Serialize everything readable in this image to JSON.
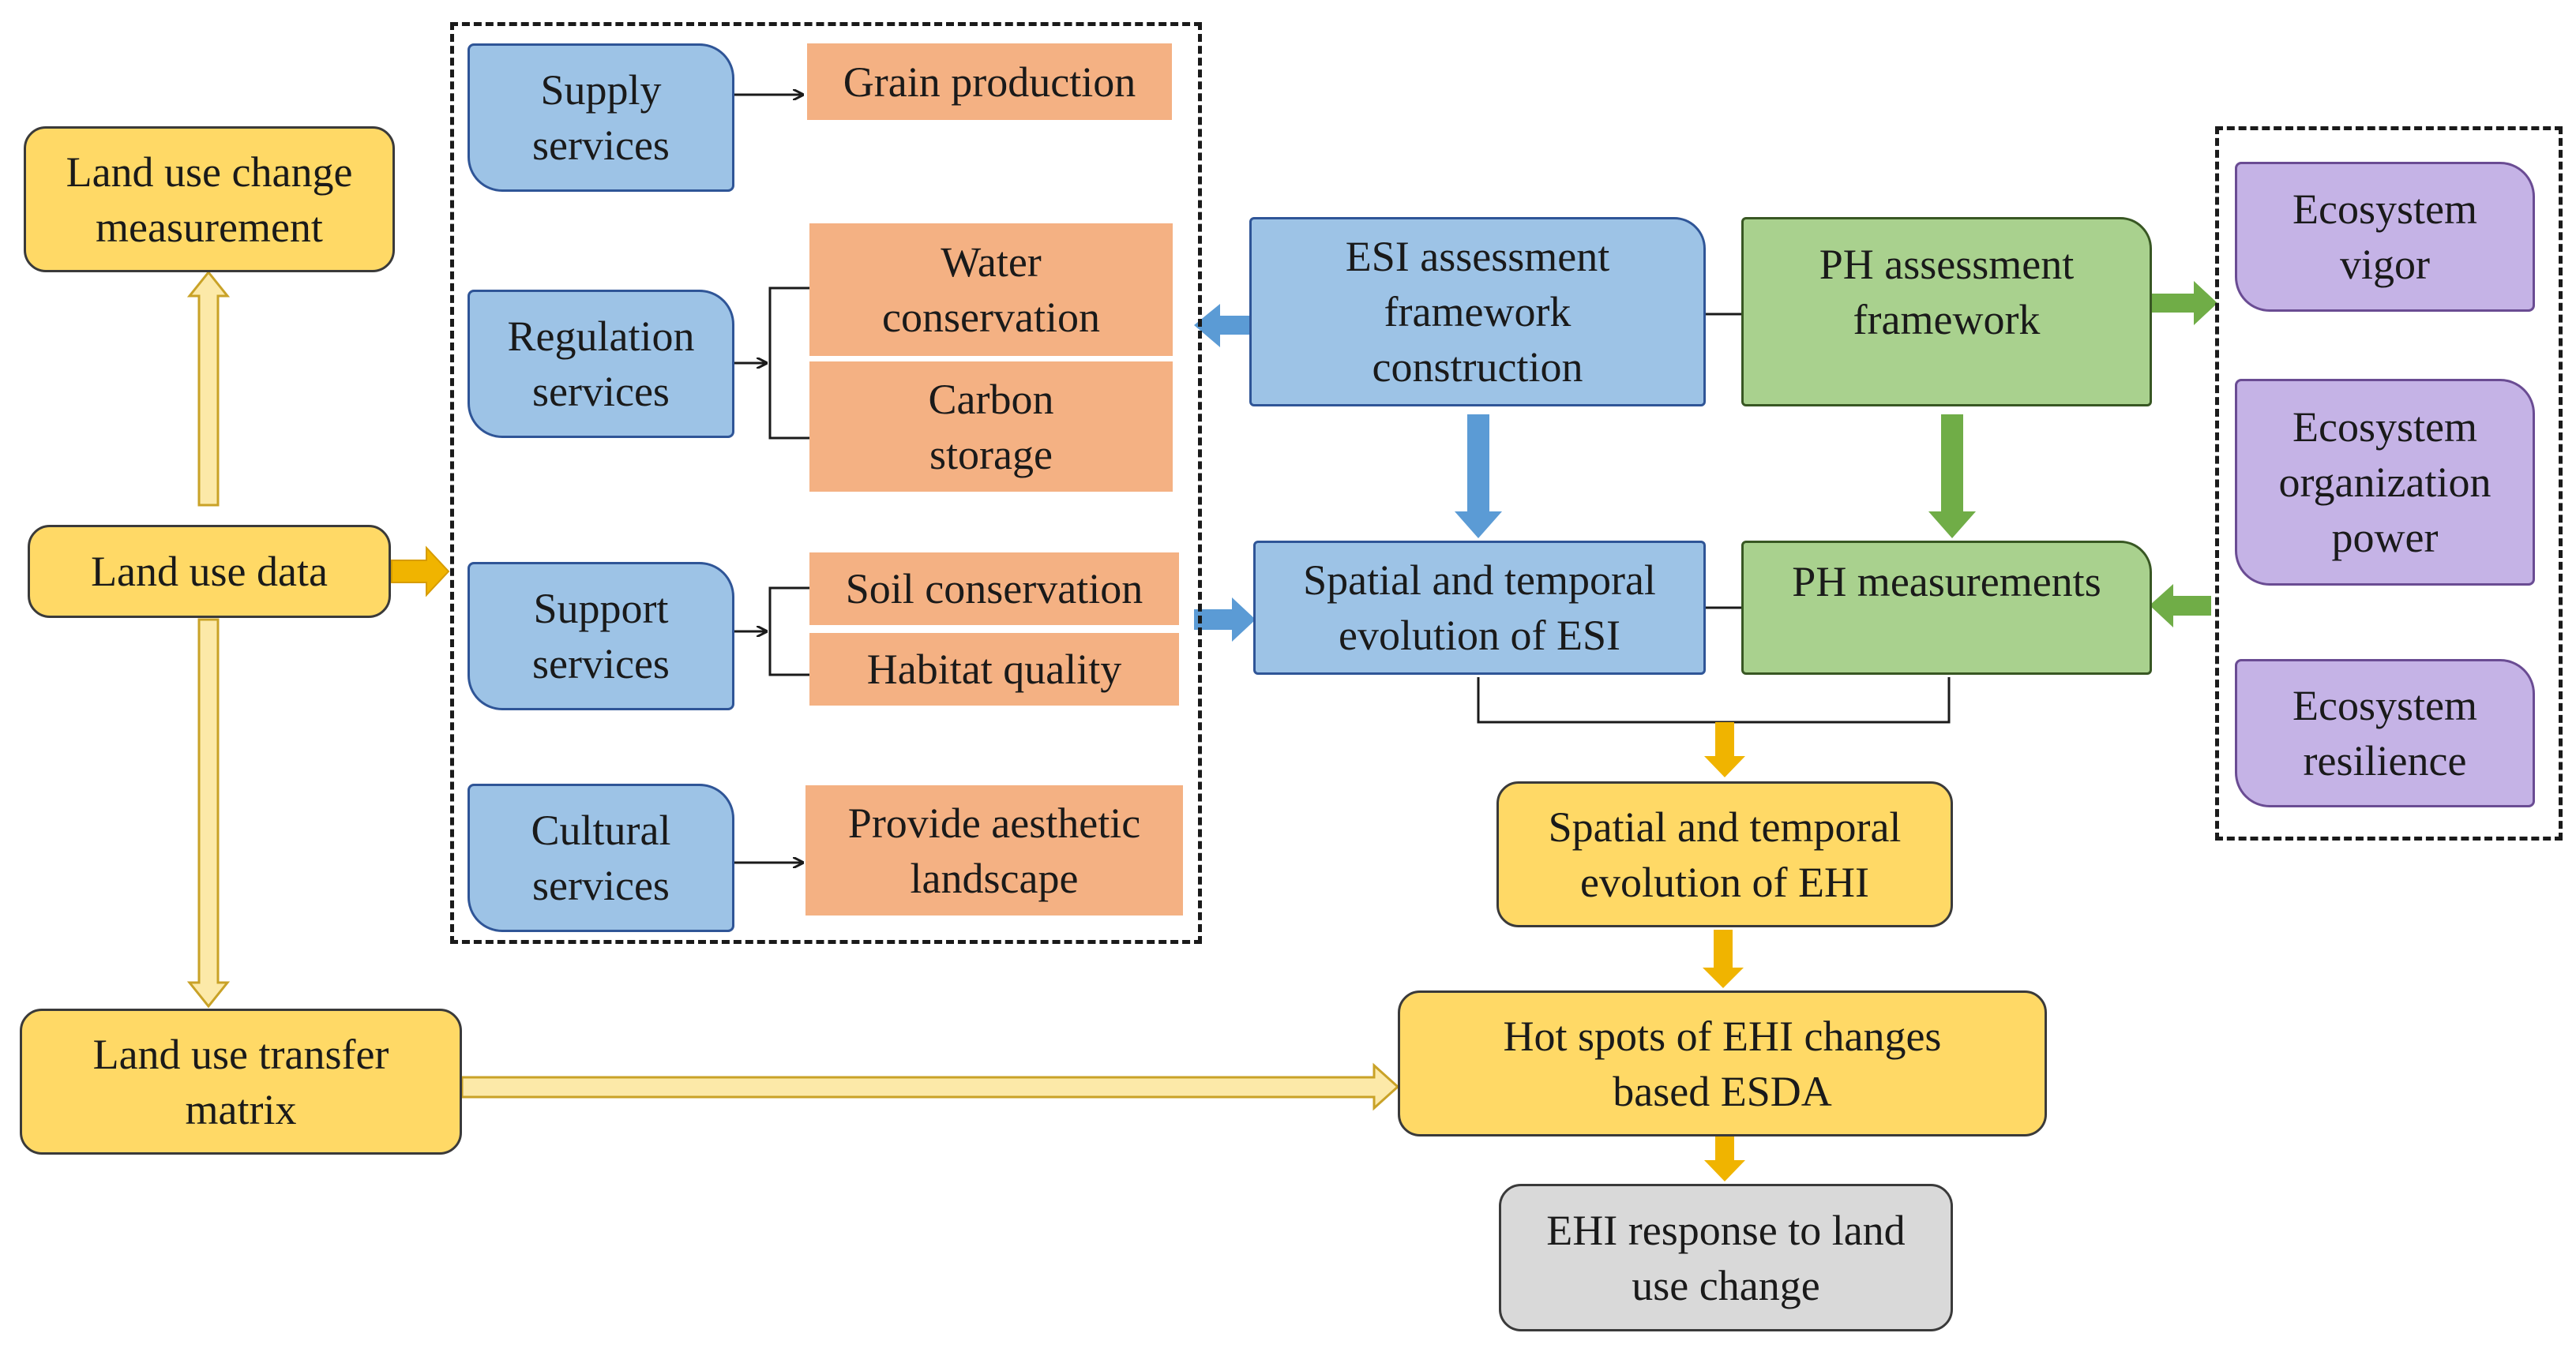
{
  "nodes": {
    "land_use_change": "Land use change\nmeasurement",
    "land_use_data": "Land use data",
    "land_use_transfer": "Land use transfer\nmatrix",
    "supply_services": "Supply\nservices",
    "regulation_services": "Regulation\nservices",
    "support_services": "Support\nservices",
    "cultural_services": "Cultural\nservices",
    "grain_production": "Grain production",
    "water_conservation": "Water\nconservation",
    "carbon_storage": "Carbon\nstorage",
    "soil_conservation": "Soil conservation",
    "habitat_quality": "Habitat quality",
    "aesthetic_landscape": "Provide aesthetic\nlandscape",
    "esi_framework": "ESI assessment\nframework\nconstruction",
    "ph_framework": "PH assessment\nframework",
    "esi_evolution": "Spatial and temporal\nevolution of ESI",
    "ph_measurements": "PH measurements",
    "ecosystem_vigor": "Ecosystem\nvigor",
    "ecosystem_organization": "Ecosystem\norganization\npower",
    "ecosystem_resilience": "Ecosystem\nresilience",
    "ehi_evolution": "Spatial and temporal\nevolution of EHI",
    "hot_spots": "Hot spots of EHI changes\nbased ESDA",
    "ehi_response": "EHI response to land\nuse change"
  },
  "colors": {
    "yellow": "#ffd966",
    "yellow_arrow": "#f0b400",
    "blue": "#9dc3e6",
    "blue_arrow": "#5b9bd5",
    "green": "#a9d18e",
    "green_arrow": "#70ad47",
    "orange": "#f4b183",
    "purple": "#c5b3e6",
    "gray": "#d9d9d9"
  }
}
